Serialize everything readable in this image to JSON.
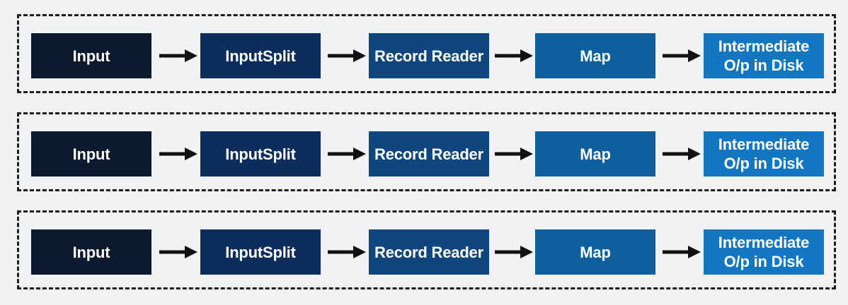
{
  "diagram": {
    "pipelines": [
      {
        "steps": [
          {
            "label": "Input"
          },
          {
            "label": "InputSplit"
          },
          {
            "label": "Record Reader"
          },
          {
            "label": "Map"
          },
          {
            "label": "Intermediate O/p in Disk"
          }
        ]
      },
      {
        "steps": [
          {
            "label": "Input"
          },
          {
            "label": "InputSplit"
          },
          {
            "label": "Record Reader"
          },
          {
            "label": "Map"
          },
          {
            "label": "Intermediate O/p in Disk"
          }
        ]
      },
      {
        "steps": [
          {
            "label": "Input"
          },
          {
            "label": "InputSplit"
          },
          {
            "label": "Record Reader"
          },
          {
            "label": "Map"
          },
          {
            "label": "Intermediate O/p in Disk"
          }
        ]
      }
    ],
    "colors": {
      "background": "#f1f2f3",
      "border": "#1e1e1e",
      "arrow": "#111111",
      "text": "#ffffff",
      "step_fills": [
        "#0c1a30",
        "#0d2d5e",
        "#0e467d",
        "#0f5f9e",
        "#1277c0"
      ]
    }
  }
}
